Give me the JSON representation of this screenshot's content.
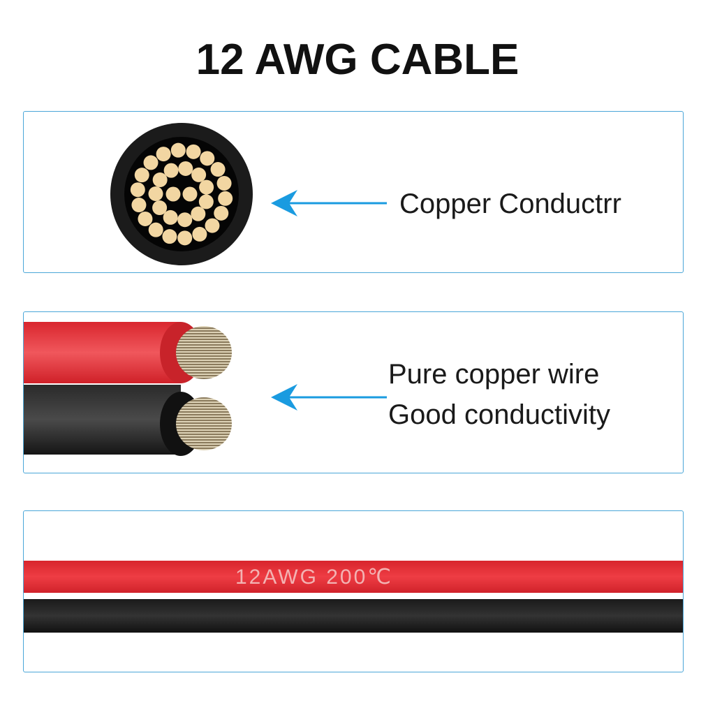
{
  "title": "12 AWG CABLE",
  "panels": [
    {
      "label": "Copper Conductrr",
      "icon": "cable-cross-section"
    },
    {
      "line1": "Pure copper wire",
      "line2": "Good conductivity",
      "icon": "stripped-wires"
    },
    {
      "print": "12AWG 200℃",
      "icon": "red-black-cable"
    }
  ],
  "colors": {
    "arrow": "#1a9be0",
    "red_insulation": "#e8333a",
    "black_insulation": "#222222",
    "copper": "#f2d6a2",
    "border": "#4aa6d8"
  }
}
